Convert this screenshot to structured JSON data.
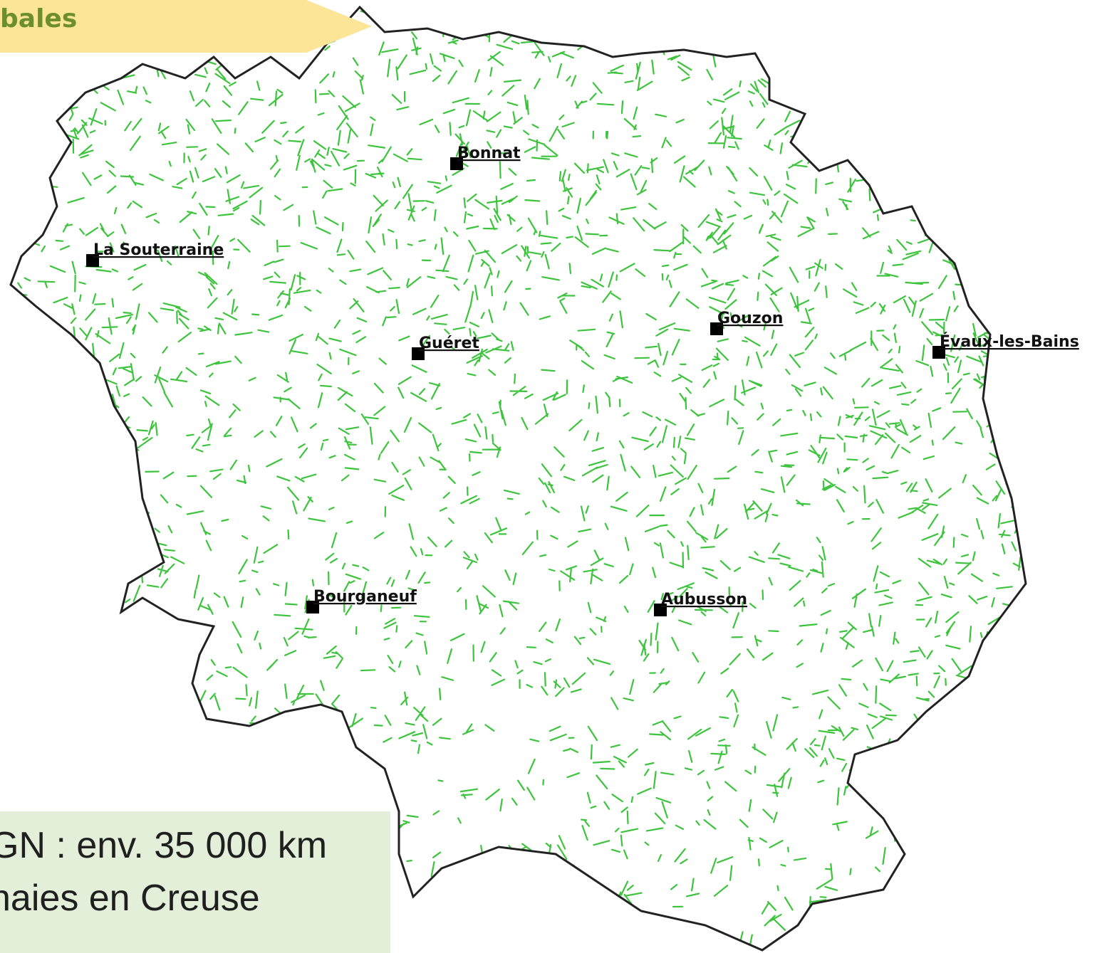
{
  "banner": {
    "text": "bales"
  },
  "info": {
    "line1": "GN : env. 35 000 km",
    "line2": "haies en Creuse"
  },
  "colors": {
    "hedges": "#3cc43c",
    "border": "#222222",
    "banner": "#fce597",
    "info_bg": "#e3efd9",
    "banner_text": "#6b8f2e"
  },
  "cities": [
    {
      "name": "Bonnat"
    },
    {
      "name": "La Souterraine"
    },
    {
      "name": "Guéret"
    },
    {
      "name": "Gouzon"
    },
    {
      "name": "Évaux-les-Bains"
    },
    {
      "name": "Bourganeuf"
    },
    {
      "name": "Aubusson"
    }
  ]
}
